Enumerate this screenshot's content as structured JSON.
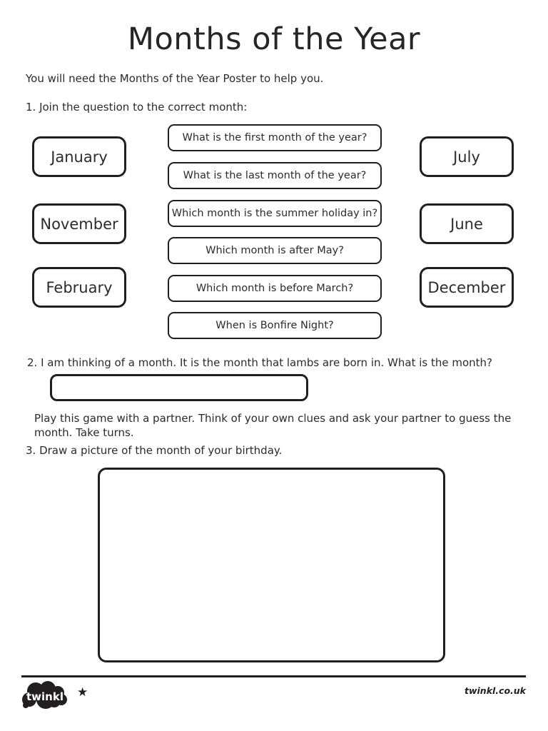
{
  "page": {
    "title": "Months of the Year"
  },
  "intro": "You will need the Months of the Year Poster to help you.",
  "activity1": {
    "label": "1. Join the question to the correct month:",
    "months_left": [
      "January",
      "November",
      "February"
    ],
    "questions": [
      "What is the first month of the year?",
      "What is the last month of the year?",
      "Which month is the summer holiday in?",
      "Which month is after May?",
      "Which month is before March?",
      "When is Bonfire Night?"
    ],
    "months_right": [
      "July",
      "June",
      "December"
    ]
  },
  "activity2": {
    "label": "2. I am thinking of a month. It is the month that lambs are born in. What is the month?",
    "answer_value": "",
    "note": "Play this game with a partner. Think of your own clues and ask your partner to guess the month. Take turns."
  },
  "activity3": {
    "label": "3. Draw a picture of the month of your birthday."
  },
  "footer": {
    "brand": "twinkl",
    "star_glyph": "★",
    "site": "twinkl.co.uk"
  },
  "colors": {
    "ink": "#1f1f1f",
    "text": "#2b2b2b",
    "logo": "#231f20",
    "paper": "#ffffff"
  }
}
